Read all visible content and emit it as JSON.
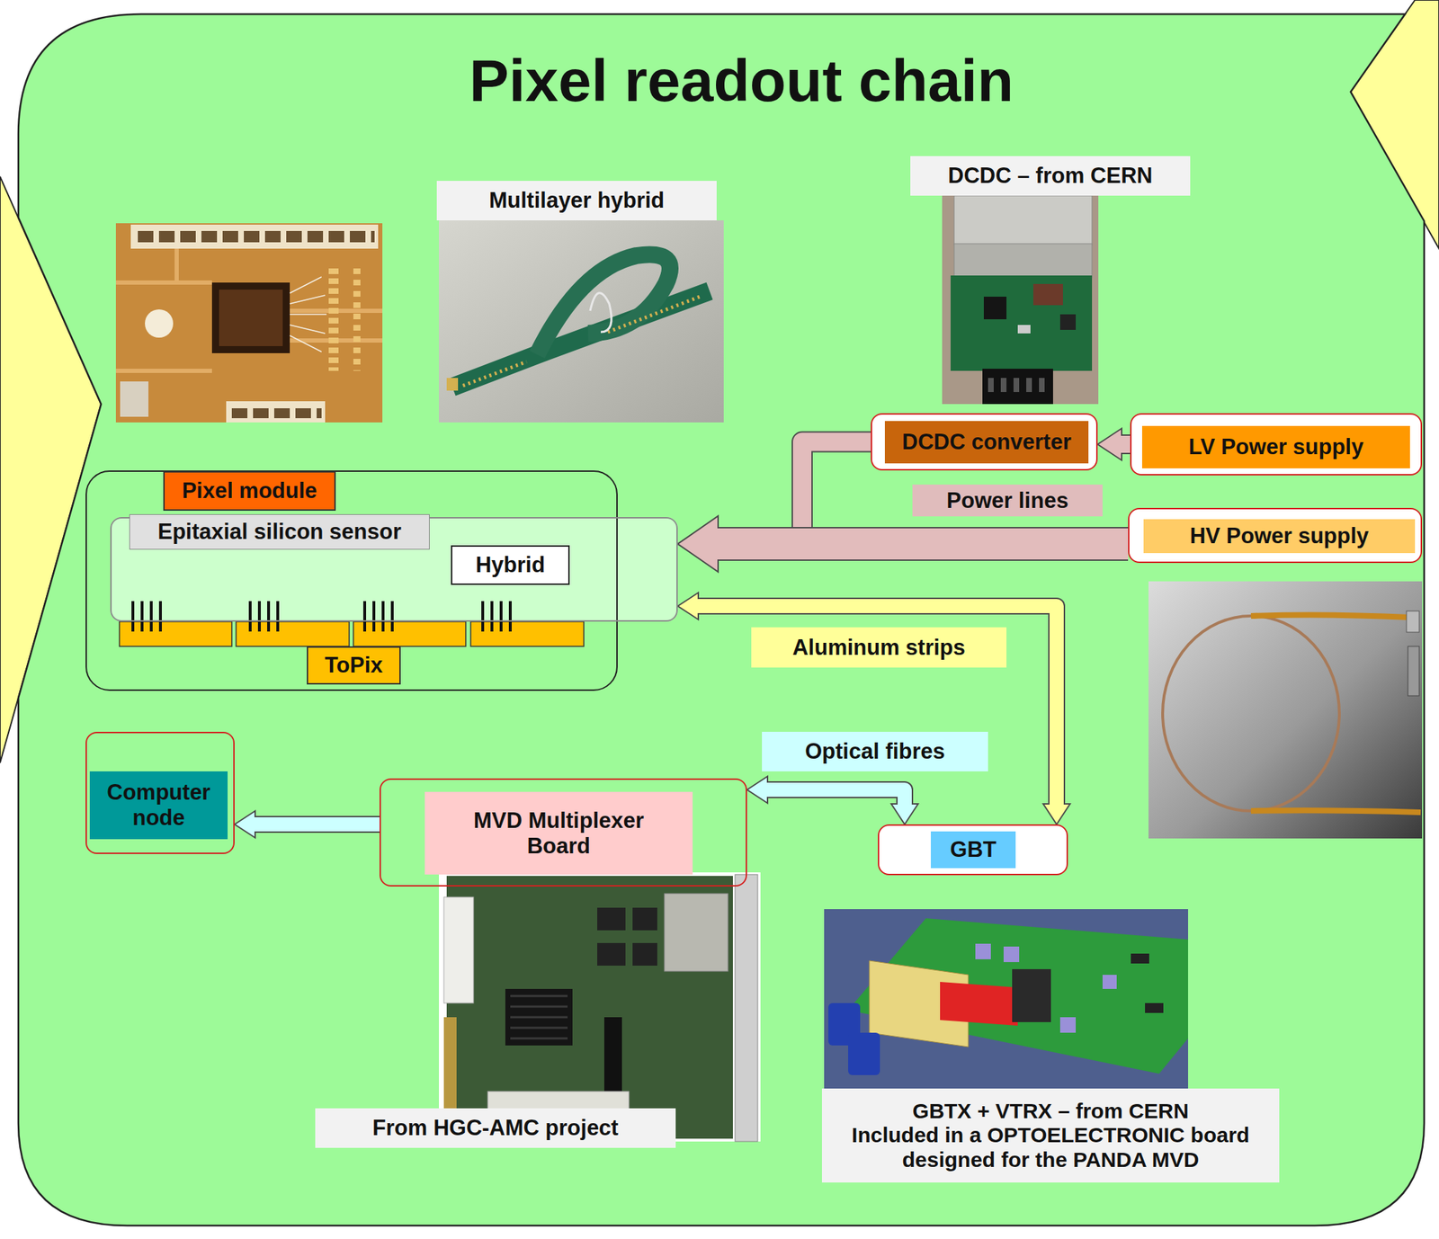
{
  "diagram": {
    "title": "Pixel readout chain",
    "nodes": [
      {
        "text": [
          "Multilayer hybrid"
        ]
      },
      {
        "text": [
          "DCDC – from CERN"
        ]
      },
      {
        "text": [
          "DCDC converter"
        ]
      },
      {
        "text": [
          "LV Power supply"
        ]
      },
      {
        "text": [
          "Pixel module"
        ]
      },
      {
        "text": [
          "Epitaxial silicon sensor"
        ],
        "in": 4
      },
      {
        "text": [
          "Hybrid"
        ],
        "in": 5
      },
      {
        "text": [
          "ToPix"
        ],
        "in": 4
      },
      {
        "text": [
          "HV Power supply"
        ]
      },
      {
        "text": [
          "Computer node"
        ]
      },
      {
        "text": [
          "MVD Multiplexer Board"
        ]
      },
      {
        "text": [
          "GBT"
        ]
      },
      {
        "text": [
          "From HGC-AMC project"
        ]
      },
      {
        "text": [
          "GBTX + VTRX – from CERN",
          "Included in a OPTOELECTRONIC board designed for the PANDA MVD"
        ]
      }
    ],
    "edges": [
      {
        "from": 3,
        "to": 2,
        "arrow": "to"
      },
      {
        "from": 2,
        "to": 5,
        "arrow": "to"
      },
      {
        "from": 8,
        "to": 5,
        "label": "Power lines",
        "arrow": "to"
      },
      {
        "from": 11,
        "to": 5,
        "label": "Aluminum strips",
        "arrow": "both"
      },
      {
        "from": 11,
        "to": 10,
        "label": "Optical fibres",
        "arrow": "both"
      },
      {
        "from": 10,
        "to": 9,
        "arrow": "to"
      }
    ]
  }
}
